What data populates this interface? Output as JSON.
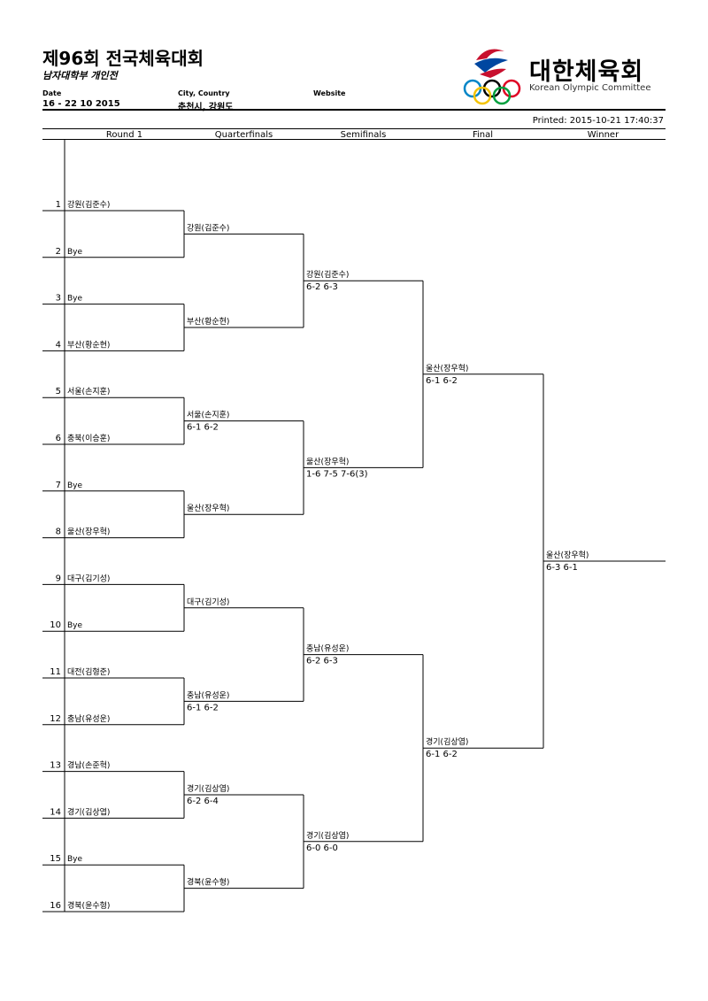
{
  "header": {
    "title": "제96회 전국체육대회",
    "subtitle": "남자대학부 개인전",
    "date_label": "Date",
    "date_value": "16 - 22 10 2015",
    "city_label": "City, Country",
    "city_value": "춘천시, 강원도",
    "website_label": "Website",
    "printed": "Printed: 2015-10-21 17:40:37"
  },
  "logo": {
    "name": "대한체육회",
    "sub": "Korean Olympic Committee"
  },
  "rounds": [
    "Round 1",
    "Quarterfinals",
    "Semifinals",
    "Final",
    "Winner"
  ],
  "round1": [
    {
      "seed": "1",
      "name": "강원(김준수)"
    },
    {
      "seed": "2",
      "name": "Bye"
    },
    {
      "seed": "3",
      "name": "Bye"
    },
    {
      "seed": "4",
      "name": "부산(황순현)"
    },
    {
      "seed": "5",
      "name": "서울(손지훈)"
    },
    {
      "seed": "6",
      "name": "충북(이승훈)"
    },
    {
      "seed": "7",
      "name": "Bye"
    },
    {
      "seed": "8",
      "name": "울산(장우혁)"
    },
    {
      "seed": "9",
      "name": "대구(김기성)"
    },
    {
      "seed": "10",
      "name": "Bye"
    },
    {
      "seed": "11",
      "name": "대전(김형준)"
    },
    {
      "seed": "12",
      "name": "충남(유성운)"
    },
    {
      "seed": "13",
      "name": "경남(손준혁)"
    },
    {
      "seed": "14",
      "name": "경기(김상엽)"
    },
    {
      "seed": "15",
      "name": "Bye"
    },
    {
      "seed": "16",
      "name": "경북(윤수형)"
    }
  ],
  "quarterfinals": [
    {
      "name": "강원(김준수)",
      "score": ""
    },
    {
      "name": "부산(황순현)",
      "score": ""
    },
    {
      "name": "서울(손지훈)",
      "score": "6-1 6-2"
    },
    {
      "name": "울산(장우혁)",
      "score": ""
    },
    {
      "name": "대구(김기성)",
      "score": ""
    },
    {
      "name": "충남(유성운)",
      "score": "6-1 6-2"
    },
    {
      "name": "경기(김상엽)",
      "score": "6-2 6-4"
    },
    {
      "name": "경북(윤수형)",
      "score": ""
    }
  ],
  "semifinals": [
    {
      "name": "강원(김준수)",
      "score": "6-2 6-3"
    },
    {
      "name": "울산(장우혁)",
      "score": "1-6 7-5 7-6(3)"
    },
    {
      "name": "충남(유성운)",
      "score": "6-2 6-3"
    },
    {
      "name": "경기(김상엽)",
      "score": "6-0 6-0"
    }
  ],
  "final": [
    {
      "name": "울산(장우혁)",
      "score": "6-1 6-2"
    },
    {
      "name": "경기(김상엽)",
      "score": "6-1 6-2"
    }
  ],
  "winner": {
    "name": "울산(장우혁)",
    "score": "6-3 6-1"
  }
}
